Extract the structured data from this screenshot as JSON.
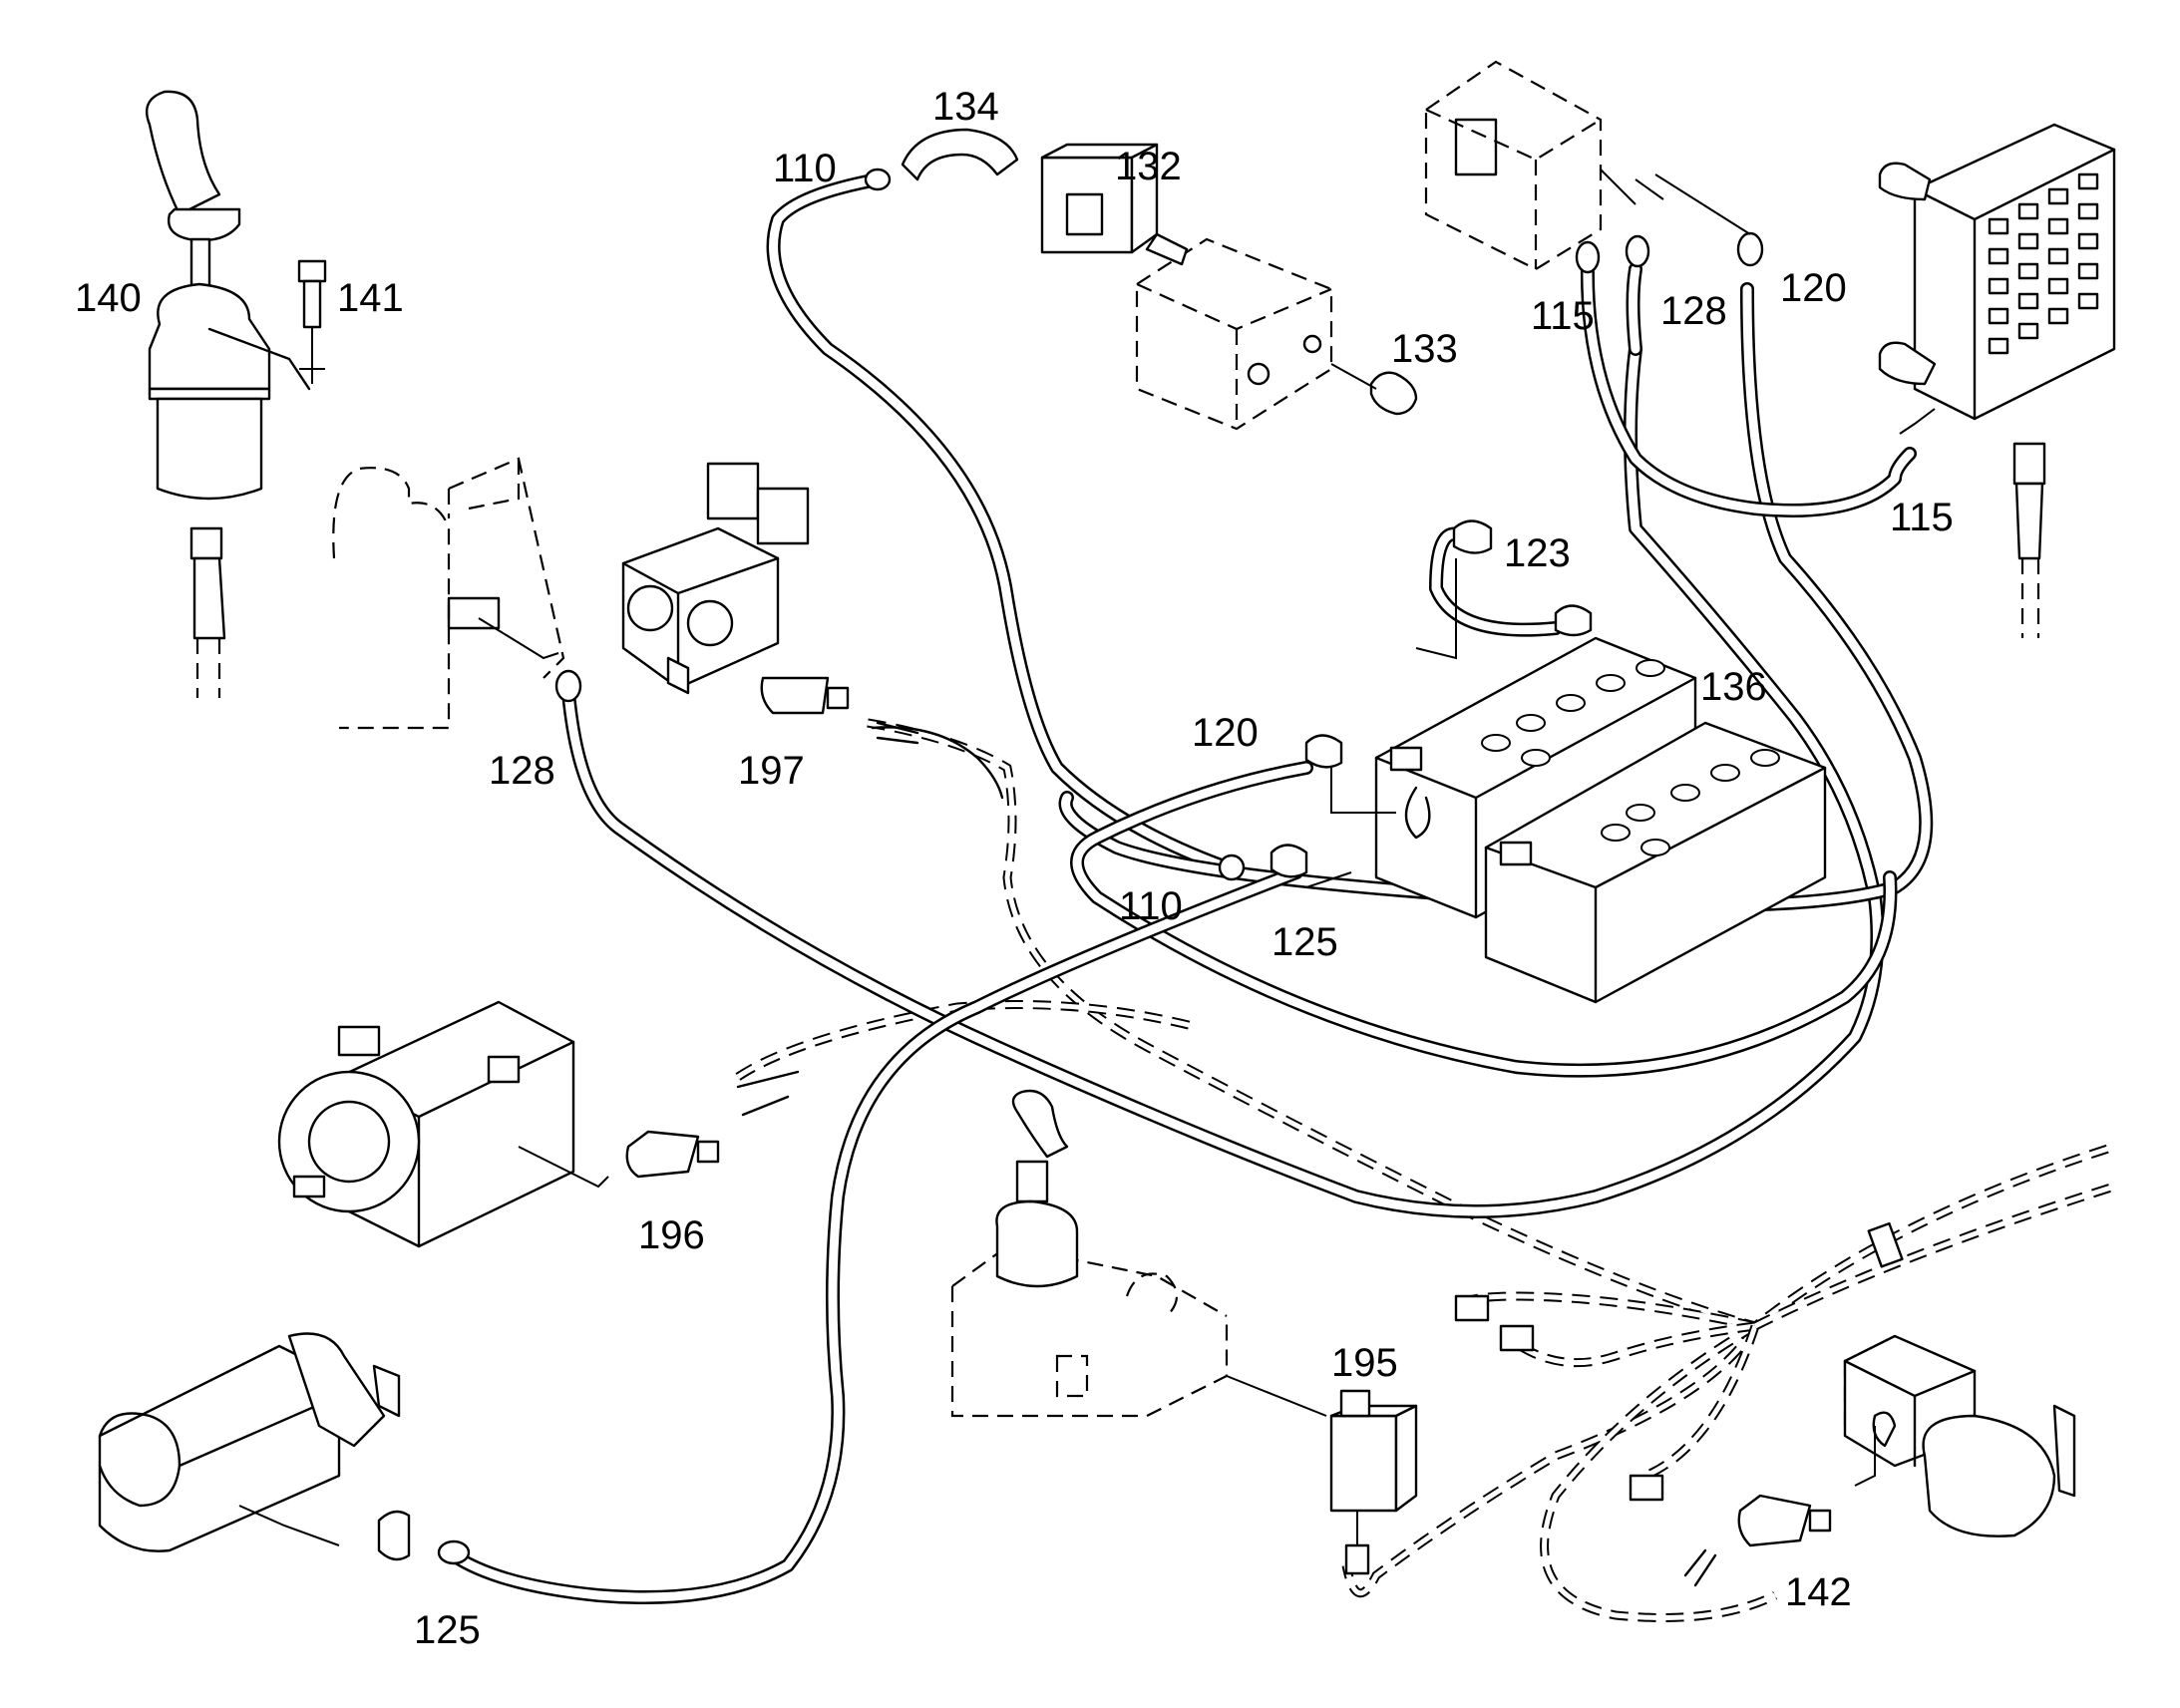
{
  "labels": {
    "l110a": "110",
    "l134": "134",
    "l132": "132",
    "l133": "133",
    "l140": "140",
    "l141": "141",
    "l115a": "115",
    "l128a": "128",
    "l120a": "120",
    "l115b": "115",
    "l123": "123",
    "l136": "136",
    "l120b": "120",
    "l128b": "128",
    "l197": "197",
    "l110b": "110",
    "l125a": "125",
    "l196": "196",
    "l195": "195",
    "l142": "142",
    "l125b": "125"
  }
}
